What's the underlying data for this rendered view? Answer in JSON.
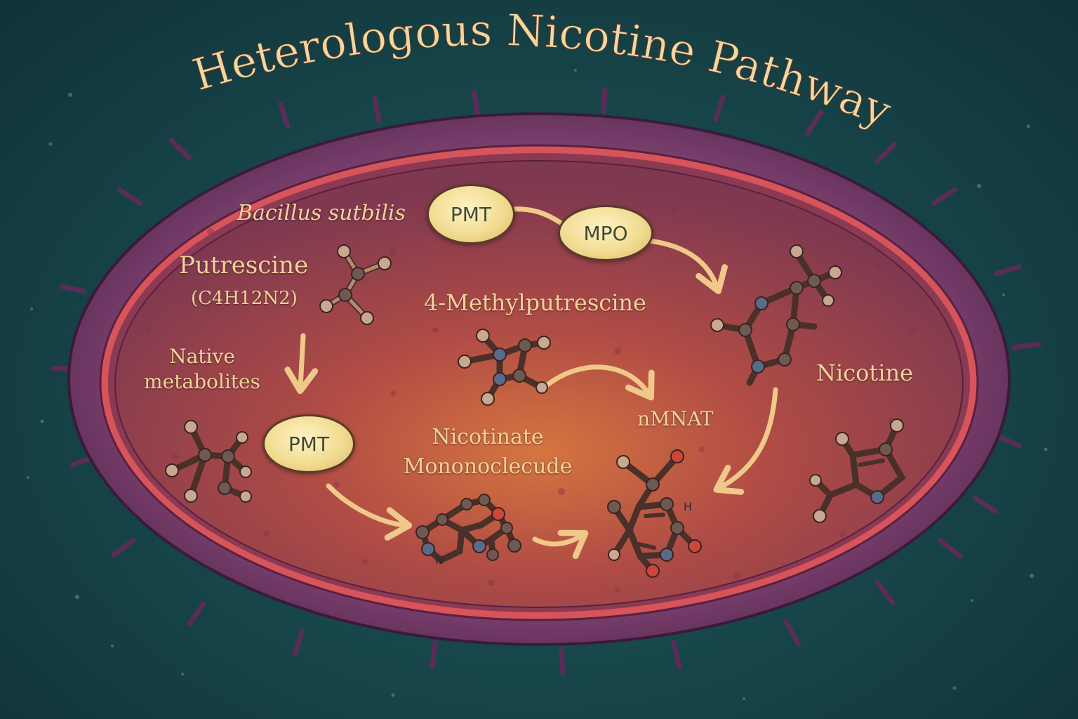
{
  "title": "Heterologous Nicotine Pathway",
  "labels": {
    "organism": "Bacillus sutbilis",
    "putrescine": "Putrescine",
    "putrescine_formula": "(C4H12N2)",
    "native_metabolites_1": "Native",
    "native_metabolites_2": "metabolites",
    "methylputrescine": "4-Methylputrescine",
    "nicotine": "Nicotine",
    "nicotinate_1": "Nicotinate",
    "nicotinate_2": "Mononoclecude",
    "nmnat": "nMNAT",
    "ring_n": "N",
    "ring_h": "H"
  },
  "enzymes": {
    "pmt_top": "PMT",
    "mpo": "MPO",
    "pmt_bottom": "PMT"
  },
  "colors": {
    "background": "#18484c",
    "cell_wall": "#6a3a63",
    "membrane": "#d6545a",
    "cytoplasm": "#a6404a",
    "text": "#f0d49a",
    "arrow": "#f0c98a",
    "atom_carbon": "#6e5a52",
    "atom_nitrogen": "#5a6a8a",
    "atom_oxygen": "#d0453a",
    "atom_light": "#c8a890"
  }
}
